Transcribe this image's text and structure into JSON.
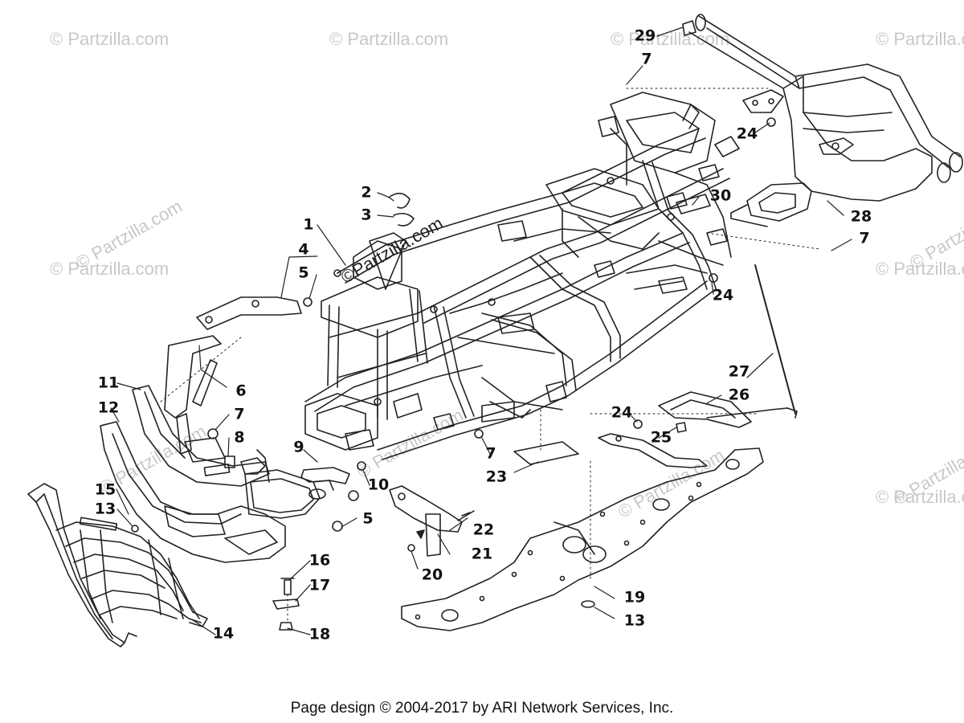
{
  "watermarks": {
    "text": "© Partzilla.com",
    "frame_text": "©Partzilla.com"
  },
  "callouts": {
    "c1": "1",
    "c2": "2",
    "c3": "3",
    "c4": "4",
    "c5a": "5",
    "c5b": "5",
    "c6": "6",
    "c7a": "7",
    "c7b": "7",
    "c7c": "7",
    "c7d": "7",
    "c8": "8",
    "c9": "9",
    "c10": "10",
    "c11": "11",
    "c12": "12",
    "c13a": "13",
    "c13b": "13",
    "c14": "14",
    "c15": "15",
    "c16": "16",
    "c17": "17",
    "c18": "18",
    "c19": "19",
    "c20": "20",
    "c21": "21",
    "c22": "22",
    "c23": "23",
    "c24a": "24",
    "c24b": "24",
    "c24c": "24",
    "c25": "25",
    "c26": "26",
    "c27": "27",
    "c28": "28",
    "c29": "29",
    "c30": "30"
  },
  "footer": {
    "text": "Page design © 2004-2017 by ARI Network Services, Inc."
  }
}
